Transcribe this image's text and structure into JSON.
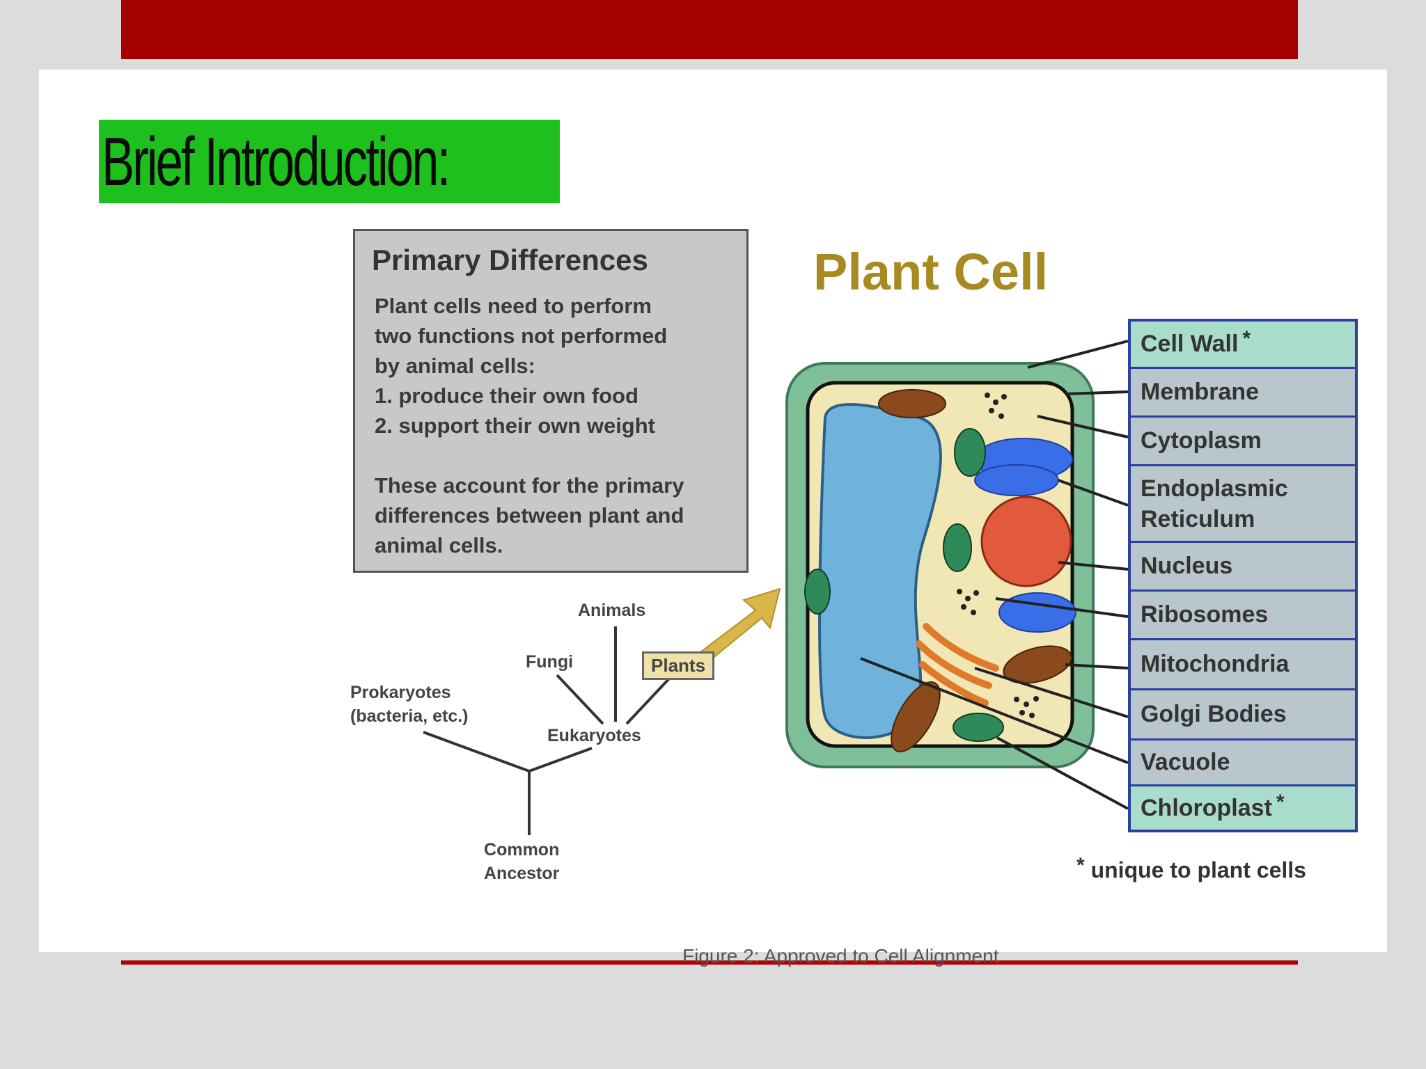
{
  "slide": {
    "title": "Brief Introduction:"
  },
  "differences": {
    "heading": "Primary Differences",
    "body": "Plant cells need to perform\ntwo functions not performed\nby animal cells:\n  1. produce their own food\n  2. support their own weight\n\nThese account for the primary\ndifferences between plant and\nanimal cells."
  },
  "diagram": {
    "title": "Plant Cell",
    "labels": [
      {
        "text": "Cell Wall",
        "unique": true
      },
      {
        "text": "Membrane",
        "unique": false
      },
      {
        "text": "Cytoplasm",
        "unique": false
      },
      {
        "text": "Endoplasmic Reticulum",
        "unique": false
      },
      {
        "text": "Nucleus",
        "unique": false
      },
      {
        "text": "Ribosomes",
        "unique": false
      },
      {
        "text": "Mitochondria",
        "unique": false
      },
      {
        "text": "Golgi Bodies",
        "unique": false
      },
      {
        "text": "Vacuole",
        "unique": false
      },
      {
        "text": "Chloroplast",
        "unique": true
      }
    ],
    "star": "*",
    "footnote": "unique to plant cells",
    "colors": {
      "cell_wall": "#7fbf9a",
      "cytoplasm": "#f0e7b4",
      "vacuole": "#6fb3dc",
      "nucleus": "#e25a3c",
      "er": "#3a6ee8",
      "mitochondria": "#8a4a1e",
      "chloroplast": "#2f8a5a",
      "arrow": "#d9b54a"
    }
  },
  "tree": {
    "animals": "Animals",
    "fungi": "Fungi",
    "plants": "Plants",
    "prokaryotes": "Prokaryotes\n(bacteria, etc.)",
    "eukaryotes": "Eukaryotes",
    "ancestor": "Common\nAncestor"
  },
  "caption": "Figure 2: Approved to Cell Alignment"
}
